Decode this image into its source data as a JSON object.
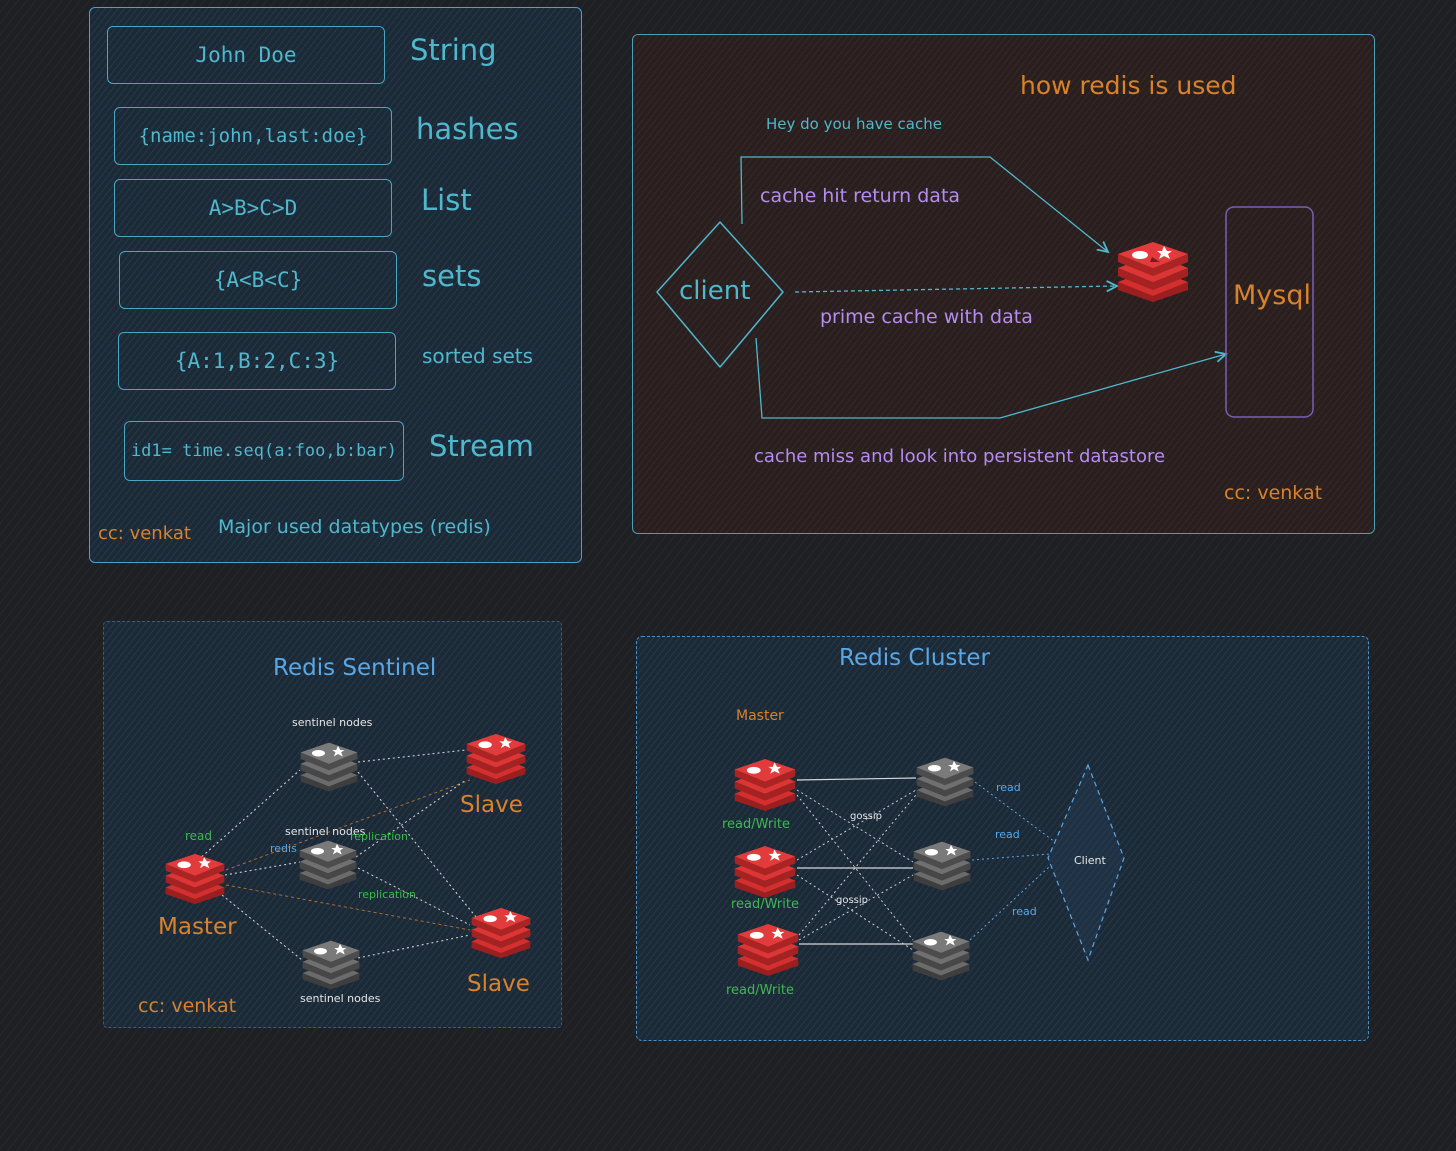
{
  "datatypes_panel": {
    "items": [
      {
        "box": "John Doe",
        "label": "String"
      },
      {
        "box": "{name:john,last:doe}",
        "label": "hashes"
      },
      {
        "box": "A>B>C>D",
        "label": "List"
      },
      {
        "box": "{A<B<C}",
        "label": "sets"
      },
      {
        "box": "{A:1,B:2,C:3}",
        "label": "sorted sets"
      },
      {
        "box": "id1= time.seq(a:foo,b:bar)",
        "label": "Stream"
      }
    ],
    "credit": "cc: venkat",
    "caption": "Major used datatypes (redis)"
  },
  "usage_panel": {
    "title": "how redis is used",
    "ask": "Hey do you have cache",
    "hit": "cache hit return data",
    "client": "client",
    "prime": "prime cache with data",
    "db": "Mysql",
    "miss": "cache miss and look into persistent datastore",
    "credit": "cc: venkat"
  },
  "sentinel_panel": {
    "title": "Redis Sentinel",
    "sentinel_top": "sentinel nodes",
    "sentinel_mid": "sentinel nodes",
    "sentinel_bottom": "sentinel nodes",
    "read": "read",
    "redis": "redis",
    "replication_1": "replication",
    "replication_2": "replication",
    "master": "Master",
    "slave_1": "Slave",
    "slave_2": "Slave",
    "credit": "cc: venkat"
  },
  "cluster_panel": {
    "title": "Redis Cluster",
    "master": "Master",
    "rw_1": "read/Write",
    "rw_2": "read/Write",
    "rw_3": "read/Write",
    "gossip_1": "gossip",
    "gossip_2": "gossip",
    "read_1": "read",
    "read_2": "read",
    "read_3": "read",
    "client": "Client"
  },
  "colors": {
    "teal": "#4fb8cc",
    "orange": "#d9822b",
    "purple": "#b68cf0",
    "blue": "#5aa7e6",
    "green": "#3fb950",
    "redis_red": "#d32f2f",
    "node_gray": "#6b6b6b"
  },
  "icons": [
    "redis-icon",
    "sentinel-node-icon"
  ]
}
